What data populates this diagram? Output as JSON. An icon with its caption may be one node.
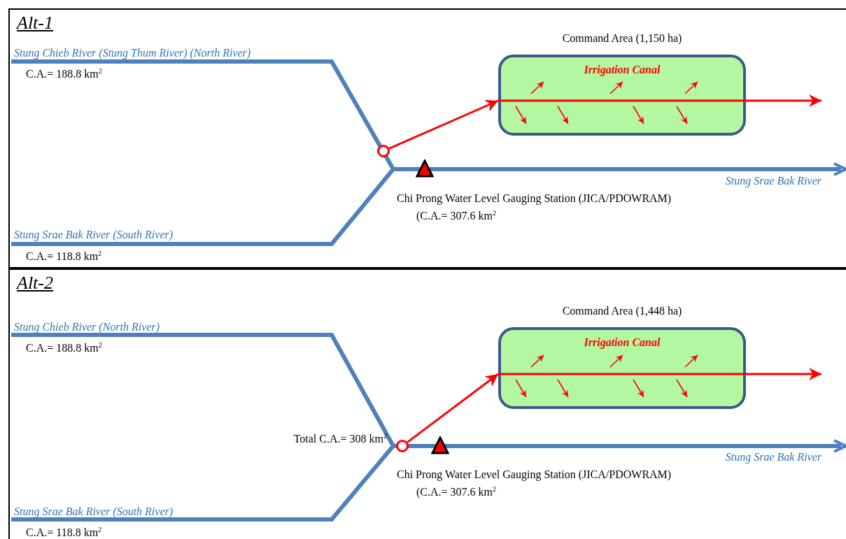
{
  "diagram": {
    "nodes": [
      {
        "text": [
          "Alt-1"
        ]
      },
      {
        "text": [
          "Command Area (1,150 ha)",
          "Irrigation Canal"
        ],
        "in": 0
      },
      {
        "text": [],
        "shape": "circle",
        "in": 0
      },
      {
        "text": [],
        "shape": "triangle",
        "in": 0,
        "beside": [
          "Chi Prong Water Level Gauging Station (JICA/PDOWRAM)",
          "(C.A.= 307.6 km$^{2}$"
        ]
      },
      {
        "text": [
          "Alt-2"
        ]
      },
      {
        "text": [
          "Command Area (1,448 ha)",
          "Irrigation Canal"
        ],
        "in": 4
      },
      {
        "text": [],
        "shape": "circle",
        "in": 4
      },
      {
        "text": [],
        "shape": "triangle",
        "in": 4,
        "beside": [
          "Chi Prong Water Level Gauging Station (JICA/PDOWRAM)",
          "(C.A.= 307.6 km$^{2}$"
        ]
      }
    ],
    "edges": [
      {
        "from": 2,
        "to": 1,
        "arrow": "to"
      },
      {
        "from": 1,
        "to": null,
        "arrow": "to"
      },
      {
        "from": 6,
        "to": 5,
        "arrow": "to"
      },
      {
        "from": 5,
        "to": null,
        "arrow": "to"
      }
    ],
    "labels": [
      "Stung Chieb River (Stung Thum River) (North River)",
      "C.A.= 188.8 km$^{2}$",
      "Stung Srae Bak River",
      "Stung Srae Bak River (South River)",
      "C.A.= 118.8 km$^{2}$",
      "Stung Chieb River (North River)",
      "C.A.= 188.8 km$^{2}$",
      "Total C.A.= 308 km$^{2}$",
      "Stung Srae Bak River",
      "Stung Srae Bak River (South River)",
      "C.A.= 118.8 km$^{2}$"
    ]
  }
}
